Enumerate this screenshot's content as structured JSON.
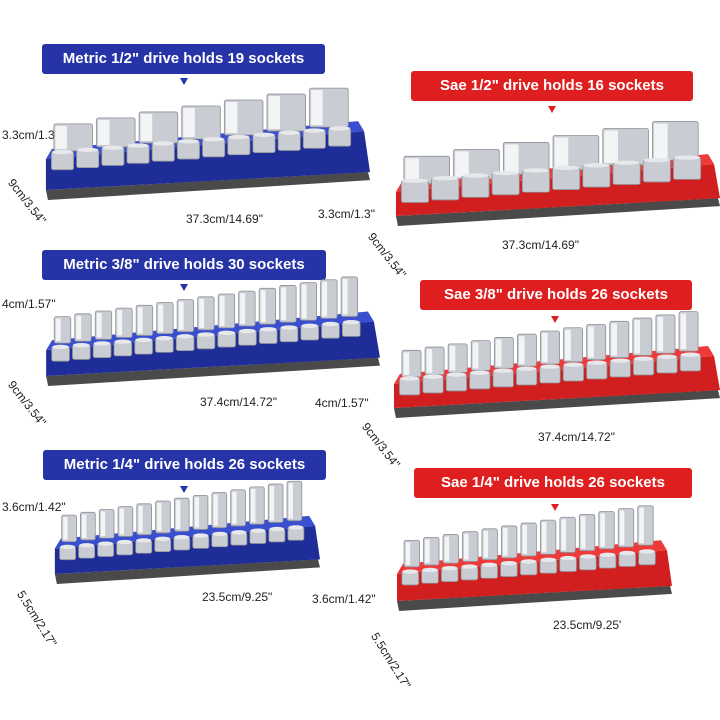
{
  "colors": {
    "blue": "#2634a8",
    "red": "#df1f1f",
    "chrome": "#c9ccd2",
    "base": "#4a4a4a"
  },
  "panels": {
    "metric_half": {
      "title": "Metric 1/2\" drive holds 19 sockets",
      "height": "3.3cm/1.3\"",
      "depth": "9cm/3.54\"",
      "length": "37.3cm/14.69\""
    },
    "sae_half": {
      "title": "Sae 1/2\" drive holds 16 sockets",
      "height": "3.3cm/1.3\"",
      "depth": "9cm/3.54\"",
      "length": "37.3cm/14.69\""
    },
    "metric_3_8": {
      "title": "Metric 3/8\" drive holds 30 sockets",
      "height": "4cm/1.57\"",
      "depth": "9cm/3.54\"",
      "length": "37.4cm/14.72\""
    },
    "sae_3_8": {
      "title": "Sae 3/8\" drive holds 26 sockets",
      "height": "4cm/1.57\"",
      "depth": "9cm/3.54\"",
      "length": "37.4cm/14.72\""
    },
    "metric_quarter": {
      "title": "Metric 1/4\" drive holds 26 sockets",
      "height": "3.6cm/1.42\"",
      "depth": "5.5cm/2.17\"",
      "length": "23.5cm/9.25\""
    },
    "sae_quarter": {
      "title": "Sae 1/4\" drive holds 26 sockets",
      "height": "3.6cm/1.42\"",
      "depth": "5.5cm/2.17\"",
      "length": "23.5cm/9.25'"
    }
  }
}
